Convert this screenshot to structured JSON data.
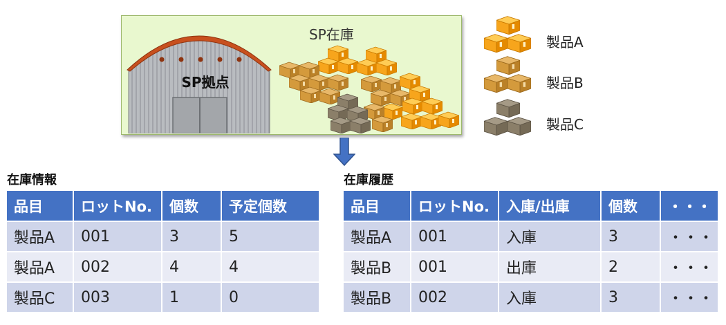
{
  "diagram": {
    "warehouse_label": "SP拠点",
    "stock_label": "SP在庫",
    "legend": [
      {
        "label": "製品A",
        "color": "#f5a623"
      },
      {
        "label": "製品B",
        "color": "#d9a03f"
      },
      {
        "label": "製品C",
        "color": "#8a7d67"
      }
    ]
  },
  "stock_info": {
    "title": "在庫情報",
    "headers": [
      "品目",
      "ロットNo.",
      "個数",
      "予定個数"
    ],
    "rows": [
      [
        "製品A",
        "001",
        "3",
        "5"
      ],
      [
        "製品A",
        "002",
        "4",
        "4"
      ],
      [
        "製品C",
        "003",
        "1",
        "0"
      ]
    ]
  },
  "stock_history": {
    "title": "在庫履歴",
    "headers": [
      "品目",
      "ロットNo.",
      "入庫/出庫",
      "個数",
      "・・・"
    ],
    "rows": [
      [
        "製品A",
        "001",
        "入庫",
        "3",
        "・・・"
      ],
      [
        "製品B",
        "001",
        "出庫",
        "2",
        "・・・"
      ],
      [
        "製品B",
        "002",
        "入庫",
        "3",
        "・・・"
      ]
    ]
  }
}
